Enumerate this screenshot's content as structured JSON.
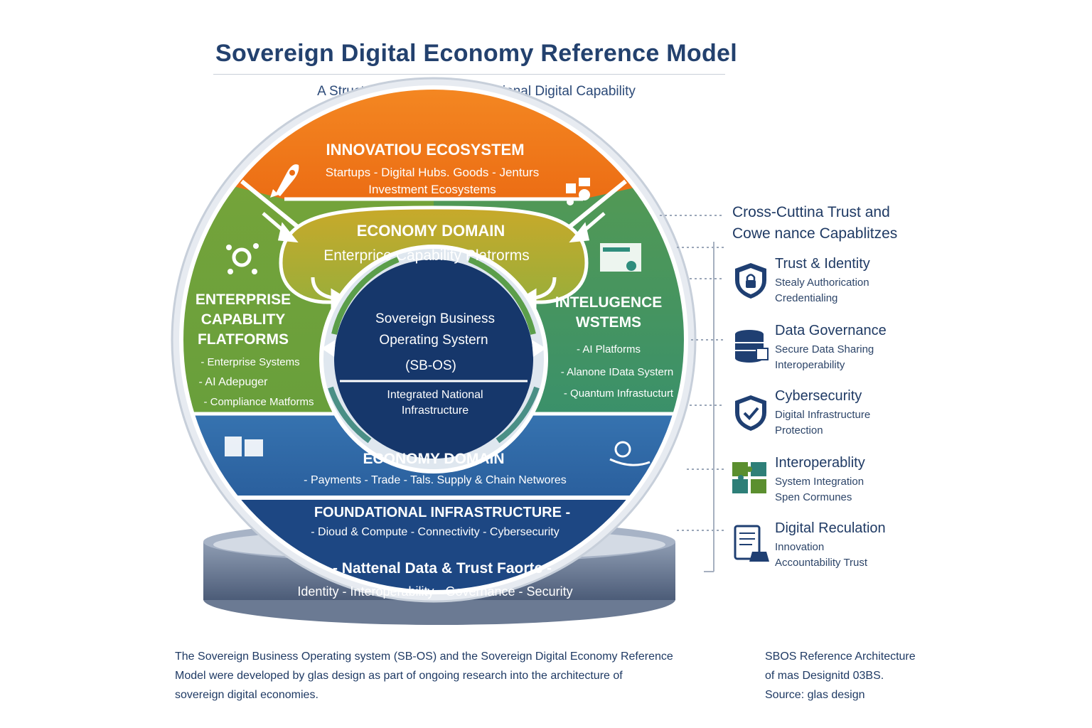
{
  "header": {
    "title": "Sovereign Digital Economy Reference Model",
    "subtitle": "A Structural Framework for National Digital Capability"
  },
  "rings": {
    "innovation": {
      "title": "INNOVATIOU ECOSYSTEM",
      "line1": "Startups - Digital Hubs. Goods - Jenturs",
      "line2": "Investment Ecosystems",
      "color": "#f07a1a"
    },
    "economy_top": {
      "title": "ECONOMY DOMAIN",
      "line1": "Enterprice Capability Platrorms",
      "color": "#a9b83a"
    },
    "enterprise": {
      "title_lines": [
        "ENTERPRISE",
        "CAPABLITY",
        "FLATFORMS"
      ],
      "items": [
        "- Enterprise Systems",
        "- AI Adepuger",
        "- Compliance Matforms"
      ],
      "color": "#6ea63c"
    },
    "intelligence": {
      "title_lines": [
        "INTELUGENCE",
        "WSTEMS"
      ],
      "items": [
        "- AI Platforms",
        "- Alanone IData Systern",
        "- Quantum Infrastucturt"
      ],
      "color": "#2f8d7d"
    },
    "core": {
      "title_lines": [
        "Sovereign Business",
        "Operating Systern",
        "(SB-OS)"
      ],
      "sub_lines": [
        "Integrated National",
        "Infrastructure"
      ],
      "color": "#16376b"
    },
    "economy_bottom": {
      "title": "ECONOMY DOMAIN",
      "line1": "- Payments - Trade - Tals. Supply & Chain Networes",
      "color": "#2f6aa8"
    },
    "foundational": {
      "title": "FOUNDATIONAL INFRASTRUCTURE -",
      "line1": "- Dioud & Compute - Connectivity - Cybersecurity",
      "color": "#1d4783"
    },
    "base": {
      "title": "- Nattenal Data & Trust Faortc -",
      "line1": "Identity - Interoperability - Governance - Security",
      "color": "#5f6f88"
    }
  },
  "panel": {
    "title_lines": [
      "Cross-Cuttina Trust and",
      "Cowe nance Capablitzes"
    ],
    "capabilities": [
      {
        "title": "Trust & Identity",
        "lines": [
          "Stealy Authorication",
          "Credentialing"
        ],
        "icon": "shield-lock-icon"
      },
      {
        "title": "Data Governance",
        "lines": [
          "Secure Data Sharing",
          "Interoperability"
        ],
        "icon": "database-icon"
      },
      {
        "title": "Cybersecurity",
        "lines": [
          "Digital Infrastructure",
          "Protection"
        ],
        "icon": "shield-check-icon"
      },
      {
        "title": "Interoperablity",
        "lines": [
          "System Integration",
          "Spen Cormunes"
        ],
        "icon": "puzzle-icon"
      },
      {
        "title": "Digital Reculation",
        "lines": [
          "Innovation",
          "Accountability   Trust"
        ],
        "icon": "document-icon"
      }
    ]
  },
  "footer": {
    "left_lines": [
      "The Sovereign Business Operating system (SB-OS) and the Sovereign Digital Economy Reference",
      "Model were developed by glas design as part of ongoing research into the architecture of",
      "sovereign digital economies."
    ],
    "right_lines": [
      "SBOS Reference Architecture",
      "of mas Designitd 03BS.",
      "Source: glas design"
    ]
  }
}
